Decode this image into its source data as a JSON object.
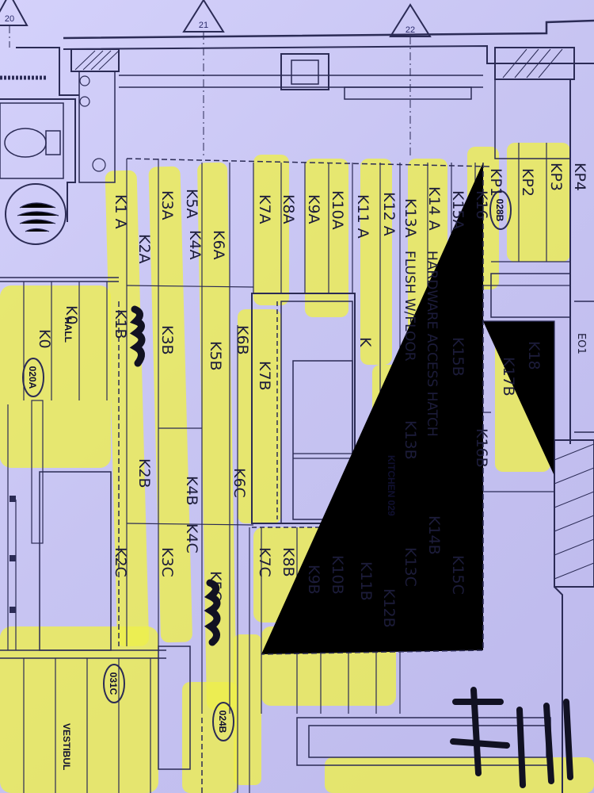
{
  "grid_markers": [
    "20",
    "21",
    "22"
  ],
  "rooms": {
    "kitchen": "KITCHEN  029",
    "hall": "HALL",
    "vestibule": "VESTIBUL"
  },
  "room_tags": [
    "028B",
    "020A",
    "031C",
    "024B"
  ],
  "hatch_note": {
    "line1": "HARDWARE ACCESS HATCH",
    "line2": "FLUSH W/FLOOR"
  },
  "panel_labels": {
    "row_a": [
      "K1 A",
      "K2A",
      "K3A",
      "K4A",
      "K5A",
      "K6A",
      "K7A",
      "K8A",
      "K9A",
      "K10A",
      "K11 A",
      "K12 A",
      "K13A",
      "K14 A",
      "K15A",
      "K16"
    ],
    "row_b": [
      "K1B",
      "K3B",
      "K5B",
      "K7B",
      "K15B",
      "K13B",
      "K17B",
      "K18",
      "K16B"
    ],
    "row_c": [
      "K2C",
      "K3C",
      "K4C",
      "K5C",
      "K6C",
      "K7C",
      "K8B",
      "K9B",
      "K10B",
      "K11B",
      "K12B",
      "K13C",
      "K14B",
      "K15C"
    ],
    "perimeter": [
      "KP1",
      "KP2",
      "KP3",
      "KP4",
      "K0",
      "K0"
    ],
    "misc": [
      "K2B",
      "K4B",
      "K6B",
      "K",
      "EO1"
    ]
  },
  "colors": {
    "paper": "#c9c6f2",
    "highlighter": "#eef04a",
    "linework": "#2b2b55",
    "marker": "#111122"
  }
}
